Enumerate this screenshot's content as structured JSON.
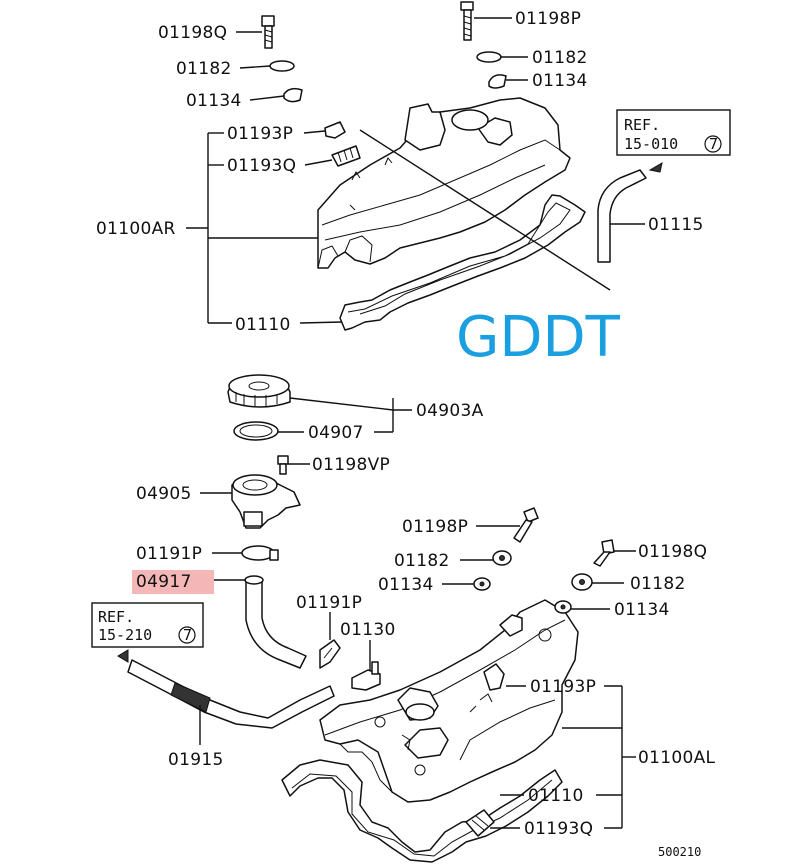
{
  "diagram": {
    "labels": {
      "l_01198q_top": "01198Q",
      "l_01182_topleft": "01182",
      "l_01134_topleft": "01134",
      "l_01198p_top": "01198P",
      "l_01182_topright": "01182",
      "l_01134_topright": "01134",
      "l_01193p_top": "01193P",
      "l_01193q_top": "01193Q",
      "l_01100ar": "01100AR",
      "l_01110_top": "01110",
      "l_01115": "01115",
      "l_04903a": "04903A",
      "l_04907": "04907",
      "l_01198vp": "01198VP",
      "l_04905": "04905",
      "l_01191p_left": "01191P",
      "l_04917": "04917",
      "l_01191p_mid": "01191P",
      "l_01130": "01130",
      "l_01915": "01915",
      "l_01198p_mid": "01198P",
      "l_01182_mid": "01182",
      "l_01134_mid": "01134",
      "l_01198q_right": "01198Q",
      "l_01182_right": "01182",
      "l_01134_right": "01134",
      "l_01193p_bottom": "01193P",
      "l_01100al": "01100AL",
      "l_01110_bottom": "01110",
      "l_01193q_bottom": "01193Q"
    },
    "references": {
      "ref_top_line1": "REF.",
      "ref_top_line2": "15-010",
      "ref_top_num": "7",
      "ref_left_line1": "REF.",
      "ref_left_line2": "15-210",
      "ref_left_num": "7"
    },
    "watermark": "GDDT",
    "diagram_code": "500210",
    "highlight_color": "#f4b6b6",
    "watermark_color": "#1a9fe0"
  }
}
